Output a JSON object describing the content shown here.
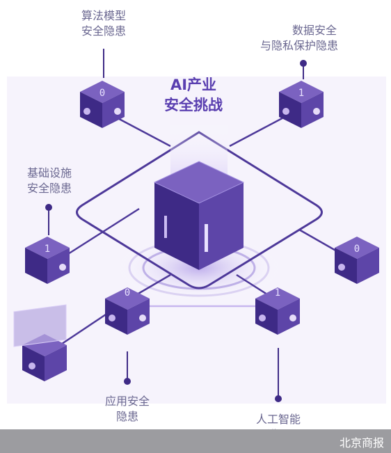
{
  "title": [
    "AI产业",
    "安全挑战"
  ],
  "nodes": [
    {
      "id": "algo",
      "lines": [
        "算法模型",
        "安全隐患"
      ],
      "glyph": "0"
    },
    {
      "id": "data",
      "lines": [
        "数据安全",
        "与隐私保护隐患"
      ],
      "glyph": "1"
    },
    {
      "id": "infra",
      "lines": [
        "基础设施",
        "安全隐患"
      ],
      "glyph": "1"
    },
    {
      "id": "app",
      "lines": [
        "应用安全",
        "隐患"
      ],
      "glyph": "0"
    },
    {
      "id": "abuse",
      "lines": [
        "人工智能",
        "滥用"
      ],
      "glyph": "1"
    },
    {
      "id": "right",
      "glyph": "0"
    }
  ],
  "footer": {
    "source": "北京商报"
  },
  "colors": {
    "accent": "#5a3fb0",
    "cube_top": "#7b62c0",
    "cube_left": "#3e2a86",
    "cube_right": "#5d45a8",
    "glow": "#c9b8ee",
    "footer_bg": "#9c9ca0"
  }
}
